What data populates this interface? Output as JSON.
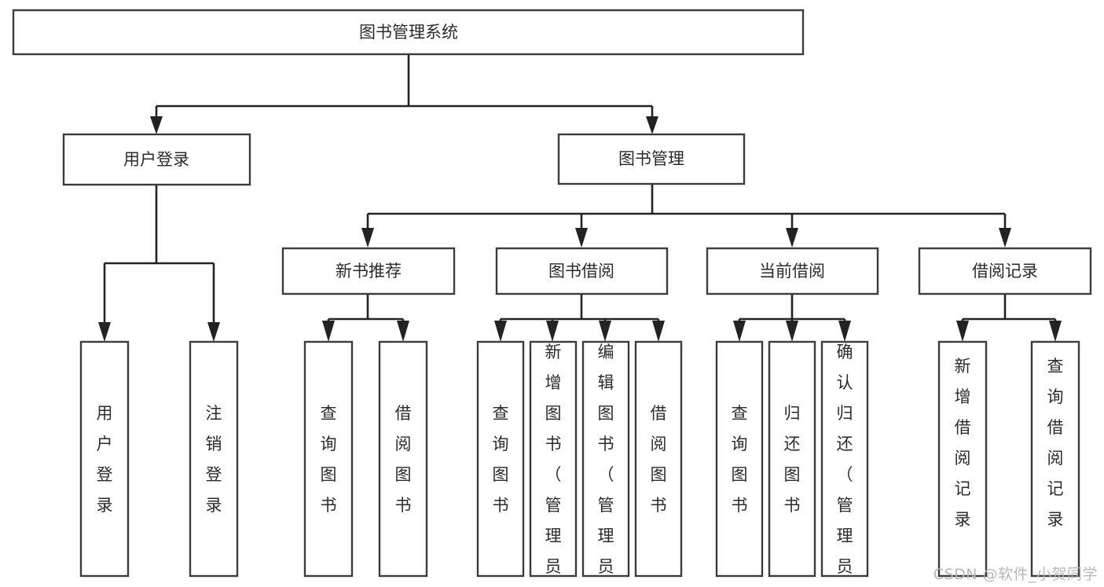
{
  "diagram": {
    "type": "tree-hierarchy-chart",
    "title": "图书管理系统",
    "watermark": "CSDN @软件_小贺同学",
    "colors": {
      "background": "#ffffff",
      "box_stroke": "#3c3c3c",
      "connector": "#232323",
      "text": "#2b2b2b",
      "watermark": "#b9b9b9"
    },
    "levels": {
      "root": {
        "label": "图书管理系统"
      },
      "level2": [
        {
          "label": "用户登录"
        },
        {
          "label": "图书管理"
        }
      ],
      "level3": [
        {
          "label": "新书推荐"
        },
        {
          "label": "图书借阅"
        },
        {
          "label": "当前借阅"
        },
        {
          "label": "借阅记录"
        }
      ],
      "leaves": {
        "user_login": [
          {
            "label": "用户登录"
          },
          {
            "label": "注销登录"
          }
        ],
        "new_book_recommend": [
          {
            "label": "查询图书"
          },
          {
            "label": "借阅图书"
          }
        ],
        "book_borrow": [
          {
            "label": "查询图书"
          },
          {
            "label": "新增图书（管理员）"
          },
          {
            "label": "编辑图书（管理员）"
          },
          {
            "label": "借阅图书"
          }
        ],
        "current_borrow": [
          {
            "label": "查询图书"
          },
          {
            "label": "归还图书"
          },
          {
            "label": "确认归还（管理员）"
          }
        ],
        "borrow_record": [
          {
            "label": "新增借阅记录"
          },
          {
            "label": "查询借阅记录"
          }
        ]
      }
    }
  }
}
